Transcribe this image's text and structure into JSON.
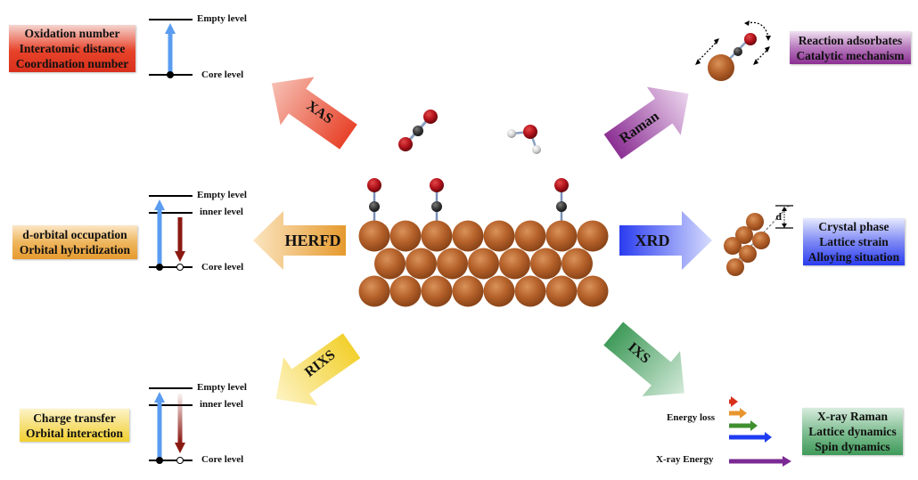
{
  "colors": {
    "xas": "#e8432a",
    "raman": "#8b2f93",
    "herfd": "#e69a2e",
    "xrd": "#2a3cf0",
    "rixs": "#f2d02e",
    "ixs": "#3f9a59",
    "copper": "#b5612a",
    "oxygen": "#b3121b",
    "carbon": "#3a3a3a",
    "hydrogen": "#d8d8d8",
    "excite_arrow": "#5a9cf0",
    "emit_arrow": "#8b1a12"
  },
  "techniques": {
    "xas": {
      "label": "XAS",
      "info": [
        "Oxidation number",
        "Interatomic distance",
        "Coordination number"
      ],
      "levels": {
        "empty": "Empty level",
        "core": "Core level"
      }
    },
    "herfd": {
      "label": "HERFD",
      "info": [
        "d-orbital occupation",
        "Orbital hybridization"
      ],
      "levels": {
        "empty": "Empty level",
        "inner": "inner level",
        "core": "Core level"
      }
    },
    "rixs": {
      "label": "RIXS",
      "info": [
        "Charge transfer",
        "Orbital interaction"
      ],
      "levels": {
        "empty": "Empty level",
        "inner": "inner level",
        "core": "Core level"
      }
    },
    "raman": {
      "label": "Raman",
      "info": [
        "Reaction adsorbates",
        "Catalytic mechanism"
      ]
    },
    "xrd": {
      "label": "XRD",
      "info": [
        "Crystal phase",
        "Lattice strain",
        "Alloying situation"
      ],
      "spacing_label": "d"
    },
    "ixs": {
      "label": "IXS",
      "info": [
        "X-ray Raman",
        "Lattice dynamics",
        "Spin dynamics"
      ],
      "energy_loss_label": "Energy loss",
      "xray_energy_label": "X-ray Energy",
      "energy_loss_arrow_colors": [
        "#d9301c",
        "#e8952e",
        "#3f8f2e",
        "#1f3cf0"
      ],
      "xray_arrow_color": "#7b2a93"
    }
  },
  "molecules": [
    "CO2",
    "H2O"
  ],
  "surface": {
    "rows": [
      8,
      7,
      8
    ],
    "adsorbed_co_positions": [
      0,
      2,
      6
    ]
  }
}
